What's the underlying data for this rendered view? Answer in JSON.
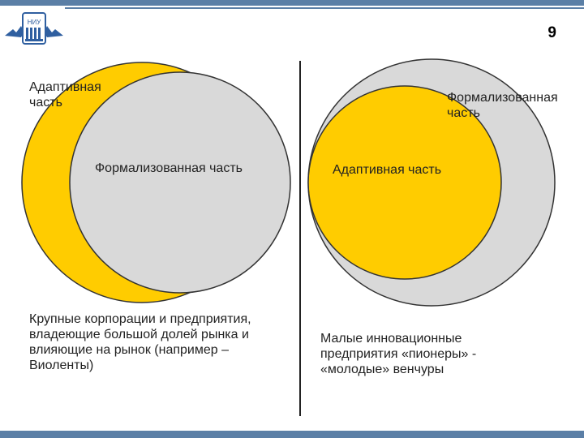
{
  "page_number": "9",
  "colors": {
    "yellow": "#FFCC00",
    "grey": "#D9D9D9",
    "accent": "#5b7fa6",
    "outline": "#333333"
  },
  "logo": {
    "icon": "university-building-logo",
    "text": "НИУ"
  },
  "left": {
    "adaptive_label": "Адаптивная\nчасть",
    "formal_label": "Формализованная часть",
    "description": "Крупные корпорации и предприятия, владеющие большой долей рынка и влияющие на рынок (например – Виоленты)"
  },
  "right": {
    "formal_label": "Формализованная\nчасть",
    "adaptive_label": "Адаптивная часть",
    "description": "Малые инновационные предприятия «пионеры» - «молодые» венчуры"
  }
}
